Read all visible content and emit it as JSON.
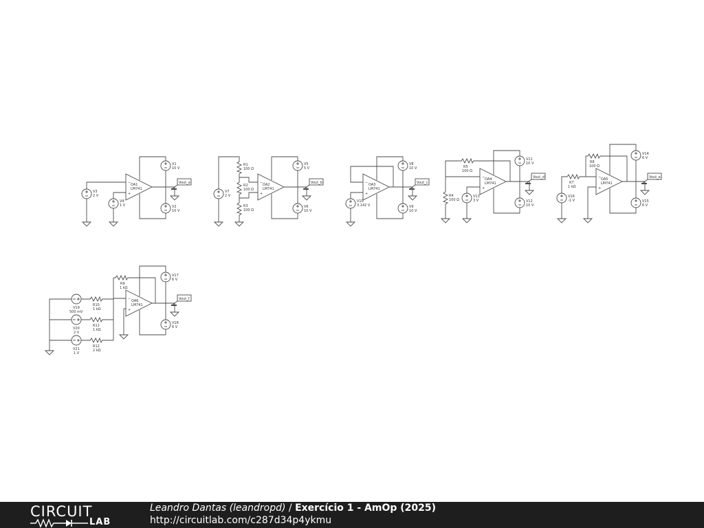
{
  "schematic": {
    "circuit_a": {
      "opamp": {
        "name": "OA1",
        "model": "LM741"
      },
      "sources": [
        {
          "name": "V1",
          "value": "10 V"
        },
        {
          "name": "V2",
          "value": "10 V"
        },
        {
          "name": "V3",
          "value": "2 V"
        },
        {
          "name": "V4",
          "value": "1 V"
        }
      ],
      "output": "Vout_a"
    },
    "circuit_b": {
      "opamp": {
        "name": "OA2",
        "model": "LM741"
      },
      "resistors": [
        {
          "name": "R1",
          "value": "100 Ω"
        },
        {
          "name": "R2",
          "value": "100 Ω"
        },
        {
          "name": "R3",
          "value": "100 Ω"
        }
      ],
      "sources": [
        {
          "name": "V5",
          "value": "5 V"
        },
        {
          "name": "V6",
          "value": "10 V"
        },
        {
          "name": "V7",
          "value": "2 V"
        }
      ],
      "output": "Vout_b"
    },
    "circuit_c": {
      "opamp": {
        "name": "OA3",
        "model": "LM741"
      },
      "sources": [
        {
          "name": "V8",
          "value": "10 V"
        },
        {
          "name": "V9",
          "value": "10 V"
        },
        {
          "name": "V10",
          "value": "3.142 V"
        }
      ],
      "output": "Vout_c"
    },
    "circuit_d": {
      "opamp": {
        "name": "OA4",
        "model": "LM741"
      },
      "resistors": [
        {
          "name": "R4",
          "value": "100 Ω"
        },
        {
          "name": "R5",
          "value": "100 Ω"
        }
      ],
      "sources": [
        {
          "name": "V11",
          "value": "10 V"
        },
        {
          "name": "V12",
          "value": "10 V"
        },
        {
          "name": "V13",
          "value": "3 V"
        }
      ],
      "output": "Vout_d"
    },
    "circuit_e": {
      "opamp": {
        "name": "OA5",
        "model": "LM741"
      },
      "resistors": [
        {
          "name": "R7",
          "value": "1 kΩ"
        },
        {
          "name": "R8",
          "value": "100 Ω"
        }
      ],
      "sources": [
        {
          "name": "V14",
          "value": "6 V"
        },
        {
          "name": "V15",
          "value": "6 V"
        },
        {
          "name": "V16",
          "value": "-1 V"
        }
      ],
      "output": "Vout_e"
    },
    "circuit_f": {
      "opamp": {
        "name": "OA6",
        "model": "LM741"
      },
      "resistors": [
        {
          "name": "R9",
          "value": "1 kΩ"
        },
        {
          "name": "R10",
          "value": "1 kΩ"
        },
        {
          "name": "R11",
          "value": "1 kΩ"
        },
        {
          "name": "R12",
          "value": "2 kΩ"
        }
      ],
      "sources": [
        {
          "name": "V17",
          "value": "6 V"
        },
        {
          "name": "V18",
          "value": "6 V"
        },
        {
          "name": "V19",
          "value": "500 mV"
        },
        {
          "name": "V20",
          "value": "2 V"
        },
        {
          "name": "V21",
          "value": "1 V"
        }
      ],
      "output": "Vout_f"
    }
  },
  "footer": {
    "logo_top": "CIRCUIT",
    "logo_bottom": "LAB",
    "author": "Leandro Dantas (leandropd)",
    "separator": " / ",
    "title": "Exercício 1 - AmOp (2025)",
    "url": "http://circuitlab.com/c287d34p4ykmu"
  },
  "colors": {
    "footer_bg": "#1e1e1e",
    "wire": "#4a4a4a",
    "canvas_bg": "#ffffff"
  }
}
